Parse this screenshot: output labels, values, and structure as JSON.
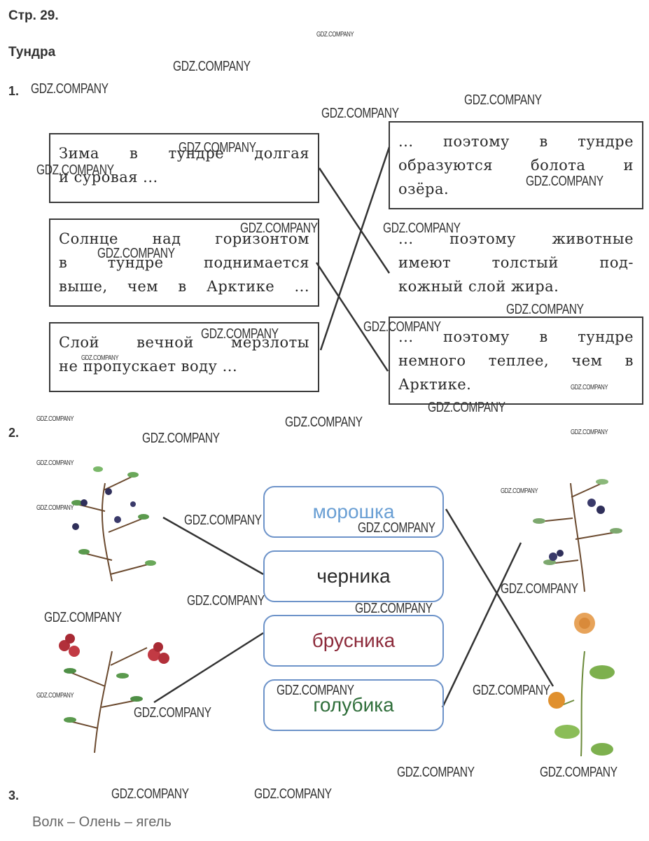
{
  "page_label": "Стр. 29.",
  "topic": "Тундра",
  "task1": {
    "number": "1.",
    "left": [
      {
        "line1": "Зима в тундре долгая",
        "line2": "и суровая ..."
      },
      {
        "line1": "Солнце над горизонтом",
        "line2": "в тундре поднимается",
        "line3": "выше, чем в Арктике ..."
      },
      {
        "line1": "Слой вечной мерзлоты",
        "line2": "не пропускает воду ..."
      }
    ],
    "right": [
      {
        "line1": "... поэтому в тундре",
        "line2": "образуются болота и",
        "line3": "озёра."
      },
      {
        "line1": "... поэтому животные",
        "line2": "имеют толстый под-",
        "line3": "кожный слой жира."
      },
      {
        "line1": "... поэтому в тундре",
        "line2": "немного теплее, чем в",
        "line3": "Арктике."
      }
    ]
  },
  "task2": {
    "number": "2.",
    "berries": [
      {
        "label": "морошка",
        "color": "#6a9fd4"
      },
      {
        "label": "черника",
        "color": "#2b2b2b"
      },
      {
        "label": "брусника",
        "color": "#8c2a3a"
      },
      {
        "label": "голубика",
        "color": "#2f6e3a"
      }
    ]
  },
  "task3": {
    "number": "3.",
    "answer": "Волк – Олень – ягель"
  },
  "watermark": "GDZ.COMPANY",
  "colors": {
    "link_line": "#333333",
    "berry_border": "#6d93c9"
  }
}
